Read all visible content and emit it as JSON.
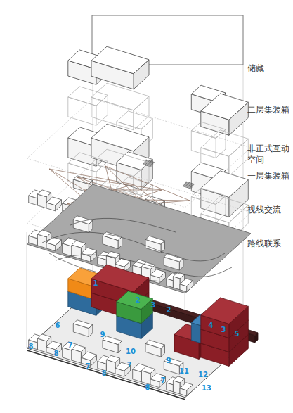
{
  "diagram": {
    "labels": [
      "储藏",
      "二层集装箱",
      "非正式互动 空间",
      "一层集装箱",
      "视线交流",
      "路线联系",
      "1",
      "2",
      "3",
      "2",
      "4",
      "3",
      "5",
      "6",
      "9",
      "8",
      "7",
      "8",
      "10",
      "7",
      "8",
      "7",
      "9",
      "11",
      "12",
      "7",
      "8",
      "13"
    ]
  }
}
